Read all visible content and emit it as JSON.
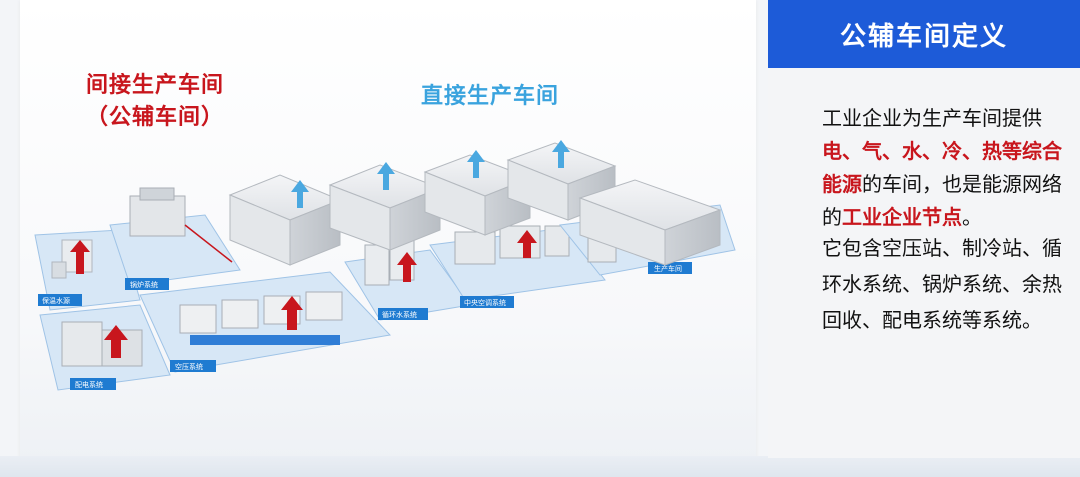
{
  "labels": {
    "indirect_line1": "间接生产车间",
    "indirect_line2": "（公辅车间）",
    "direct": "直接生产车间"
  },
  "zones": {
    "insulation_water": "保温水源",
    "boiler": "锅炉系统",
    "power_distribution": "配电系统",
    "air_compression": "空压系统",
    "circulating_water": "循环水系统",
    "central_ac": "中央空调系统",
    "production": "生产车间"
  },
  "panel": {
    "title": "公辅车间定义",
    "p1_a": "工业企业为生产车间提供",
    "p1_b": "电、气、水、冷、热等综合能源",
    "p1_c": "的车间，也是能源网络的",
    "p1_d": "工业企业节点",
    "p1_e": "。",
    "p2": "它包含空压站、制冷站、循环水系统、锅炉系统、余热回收、配电系统等系统。"
  },
  "colors": {
    "accent_blue": "#1d5bd8",
    "highlight_red": "#c8161d",
    "direct_blue": "#3aa3de",
    "arrow_red": "#c8161d",
    "arrow_blue": "#4aa8e0"
  }
}
